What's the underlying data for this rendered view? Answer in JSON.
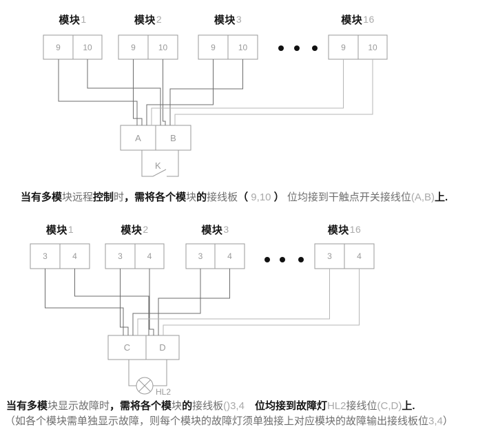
{
  "diagram_top": {
    "modules": [
      {
        "label": "模块",
        "num": "1",
        "cells": [
          "9",
          "10"
        ]
      },
      {
        "label": "模块",
        "num": "2",
        "cells": [
          "9",
          "10"
        ]
      },
      {
        "label": "模块",
        "num": "3",
        "cells": [
          "9",
          "10"
        ]
      },
      {
        "label": "模块",
        "num": "16",
        "cells": [
          "9",
          "10"
        ]
      }
    ],
    "junction": {
      "cells": [
        "A",
        "B"
      ]
    },
    "switch_label": "K"
  },
  "diagram_bottom": {
    "modules": [
      {
        "label": "模块",
        "num": "1",
        "cells": [
          "3",
          "4"
        ]
      },
      {
        "label": "模块",
        "num": "2",
        "cells": [
          "3",
          "4"
        ]
      },
      {
        "label": "模块",
        "num": "3",
        "cells": [
          "3",
          "4"
        ]
      },
      {
        "label": "模块",
        "num": "16",
        "cells": [
          "3",
          "4"
        ]
      }
    ],
    "junction": {
      "cells": [
        "C",
        "D"
      ]
    },
    "lamp_label": "HL2"
  },
  "captions": {
    "line1": [
      "当有多模",
      "块远程",
      "控制",
      "时",
      "，需将各个模",
      "块",
      "的",
      "接线板",
      "（",
      " 9,10 ",
      "）",
      " 位均接到干触点开关接线位",
      "(A,B)",
      "上."
    ],
    "line2": [
      "当有多模",
      "块显示故障时",
      "，需将各个模",
      "块",
      "的",
      "接线板",
      "()3,4",
      "　",
      "位均接到故障灯",
      "HL2",
      "接线位",
      "(C,D)",
      "上."
    ],
    "line3": [
      "（如各个模块需单独显示故障，则每个模块的故障灯须单独接上对应模块的故障输出接线板位",
      "3,4",
      "）"
    ]
  },
  "colors": {
    "box_stroke": "#9a9a9a",
    "wire_dark": "#6b6b6b",
    "wire_light": "#b5b5b5",
    "dot_fill": "#111111",
    "bold_text": "#151515",
    "thin_text": "#6e6e6e",
    "light_text": "#a9a9a9"
  }
}
